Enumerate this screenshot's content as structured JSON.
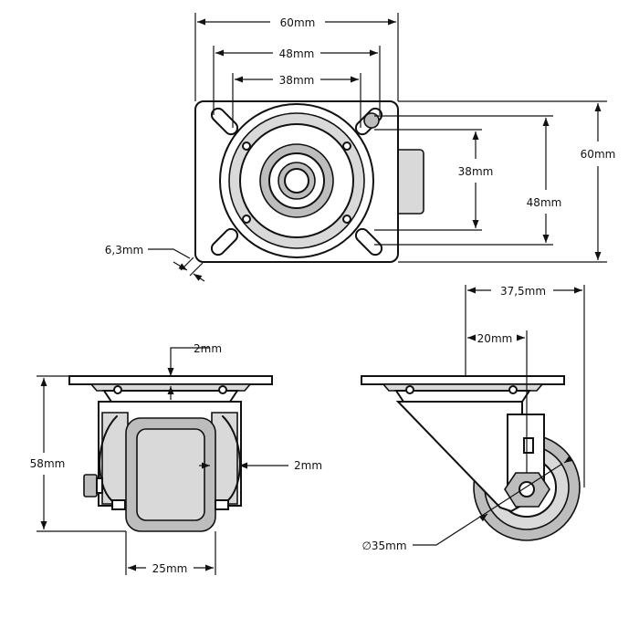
{
  "dimensions": {
    "top_width_outer": "60mm",
    "top_width_holes_outer": "48mm",
    "top_width_holes_inner": "38mm",
    "right_height_outer": "60mm",
    "right_height_holes_outer": "48mm",
    "right_height_holes_inner": "38mm",
    "slot_width": "6,3mm",
    "front_plate_thickness": "2mm",
    "front_height": "58mm",
    "front_bracket_thickness": "2mm",
    "wheel_width": "25mm",
    "side_offset_total": "37,5mm",
    "side_offset_axle": "20mm",
    "wheel_diameter": "∅35mm"
  }
}
